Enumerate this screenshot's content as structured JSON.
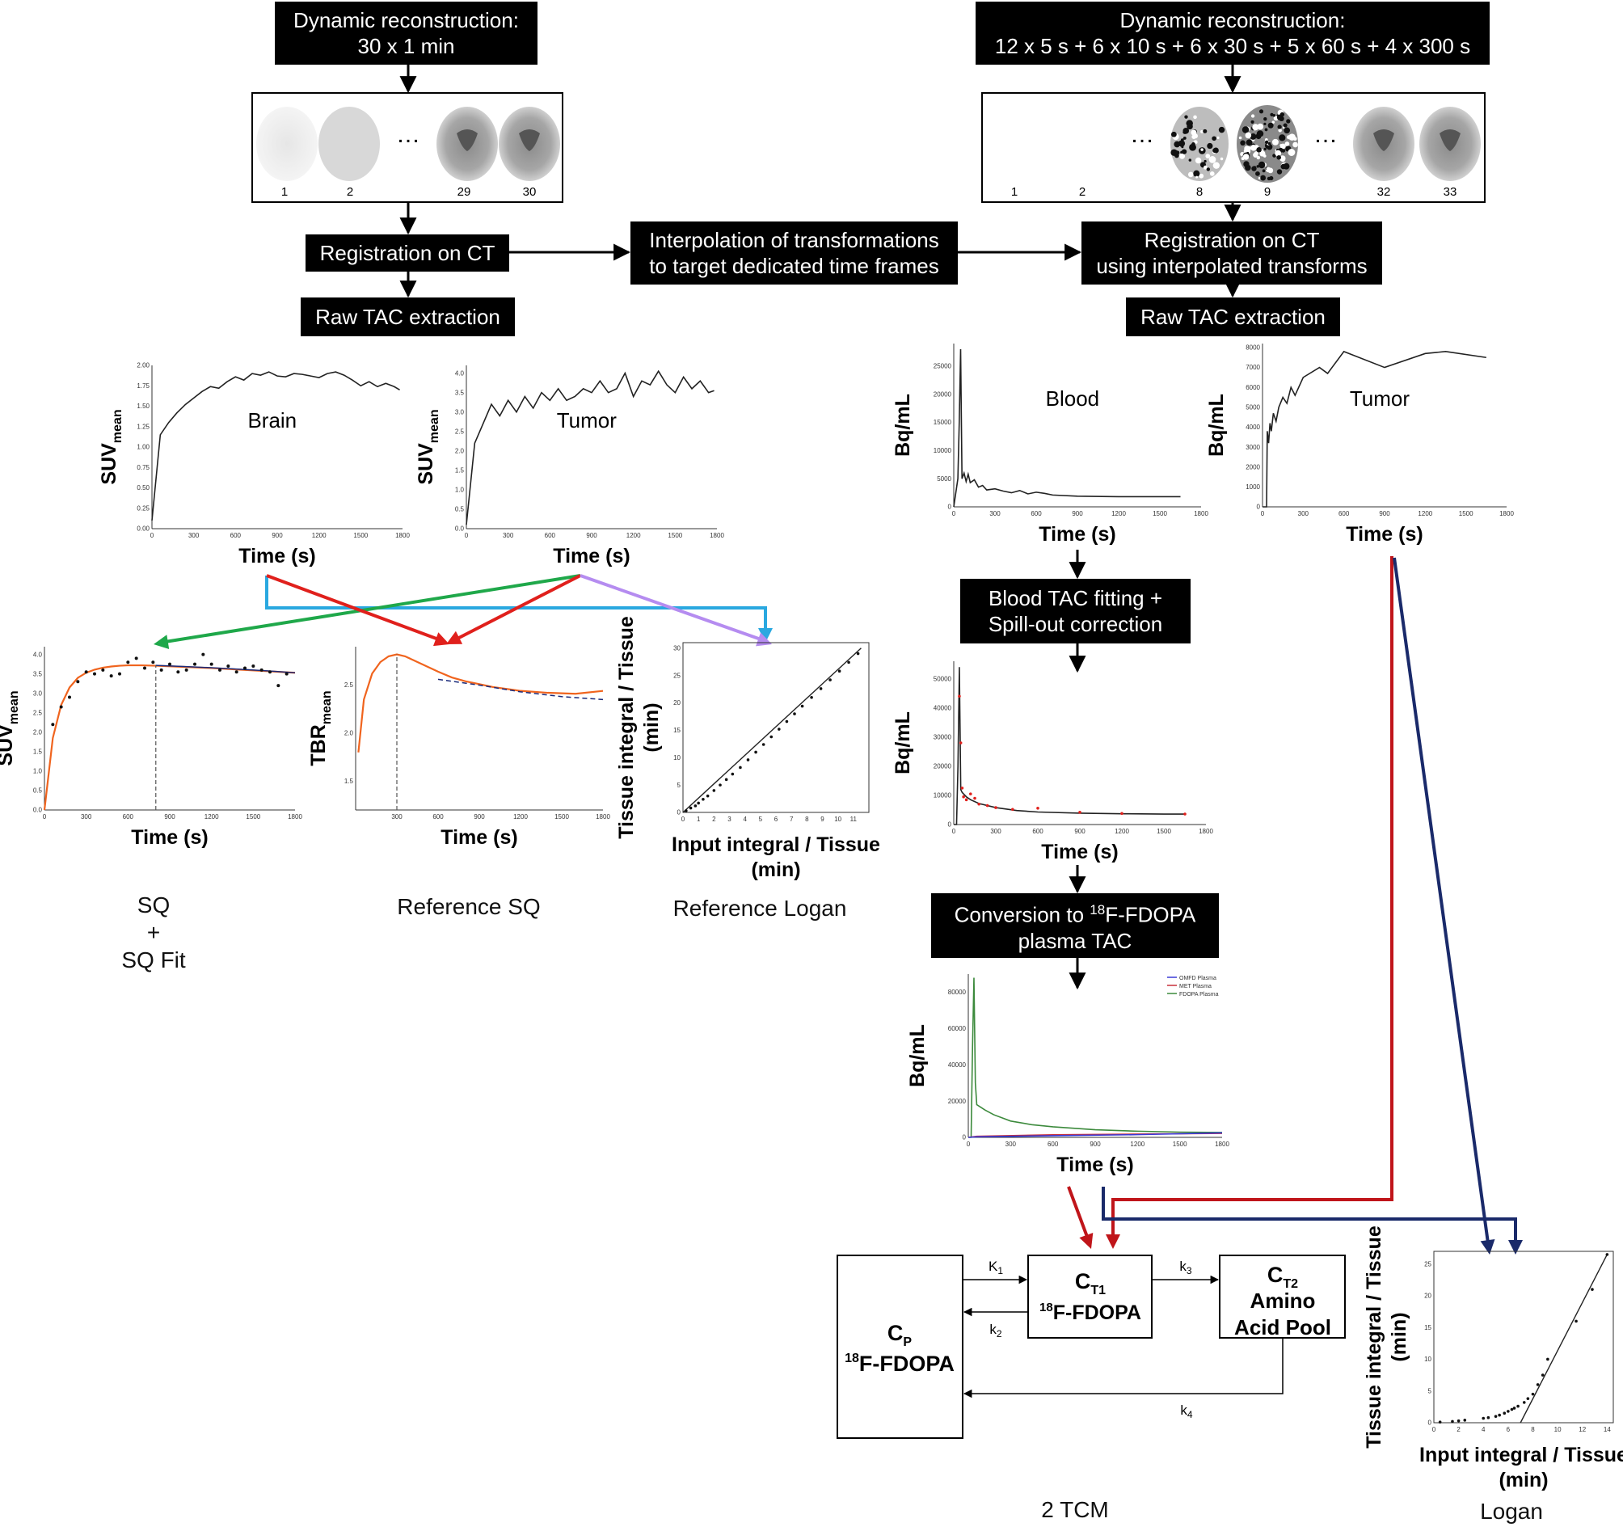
{
  "boxes": {
    "left_recon": [
      "Dynamic reconstruction:",
      "30 x 1 min"
    ],
    "right_recon": [
      "Dynamic reconstruction:",
      "12 x 5 s + 6 x 10 s + 6 x 30 s + 5 x 60 s + 4 x 300 s"
    ],
    "reg_ct": "Registration on CT",
    "interp": [
      "Interpolation of transformations",
      "to target dedicated time frames"
    ],
    "reg_ct_interp": [
      "Registration on CT",
      "using interpolated transforms"
    ],
    "raw_tac_left": "Raw TAC extraction",
    "raw_tac_right": "Raw TAC extraction",
    "blood_fit": [
      "Blood TAC fitting +",
      "Spill-out correction"
    ],
    "conversion": [
      "Conversion to ",
      "18",
      "F-FDOPA",
      "plasma TAC"
    ]
  },
  "frames": {
    "left": [
      "1",
      "2",
      "29",
      "30"
    ],
    "right": [
      "1",
      "2",
      "8",
      "9",
      "32",
      "33"
    ],
    "ellipsis": "…"
  },
  "plots": {
    "brain": {
      "title": "Brain",
      "ylabel_main": "SUV",
      "ylabel_sub": "mean",
      "xlabel": "Time (s)",
      "xticks": [
        "0",
        "300",
        "600",
        "900",
        "1200",
        "1500",
        "1800"
      ],
      "yticks": [
        "0.00",
        "0.25",
        "0.50",
        "0.75",
        "1.00",
        "1.25",
        "1.50",
        "1.75",
        "2.00"
      ]
    },
    "tumor_left": {
      "title": "Tumor",
      "ylabel_main": "SUV",
      "ylabel_sub": "mean",
      "xlabel": "Time (s)",
      "xticks": [
        "0",
        "300",
        "600",
        "900",
        "1200",
        "1500",
        "1800"
      ],
      "yticks": [
        "0.0",
        "0.5",
        "1.0",
        "1.5",
        "2.0",
        "2.5",
        "3.0",
        "3.5",
        "4.0"
      ]
    },
    "blood": {
      "title": "Blood",
      "ylabel": "Bq/mL",
      "xlabel": "Time (s)",
      "xticks": [
        "0",
        "300",
        "600",
        "900",
        "1200",
        "1500",
        "1800"
      ],
      "yticks": [
        "0",
        "5000",
        "10000",
        "15000",
        "20000",
        "25000"
      ]
    },
    "tumor_right": {
      "title": "Tumor",
      "ylabel": "Bq/mL",
      "xlabel": "Time (s)",
      "xticks": [
        "0",
        "300",
        "600",
        "900",
        "1200",
        "1500",
        "1800"
      ],
      "yticks": [
        "0",
        "1000",
        "2000",
        "3000",
        "4000",
        "5000",
        "6000",
        "7000",
        "8000"
      ]
    },
    "blood_fit": {
      "ylabel": "Bq/mL",
      "xlabel": "Time (s)",
      "xticks": [
        "0",
        "300",
        "600",
        "900",
        "1200",
        "1500",
        "1800"
      ],
      "yticks": [
        "0",
        "10000",
        "20000",
        "30000",
        "40000",
        "50000"
      ]
    },
    "plasma": {
      "ylabel": "Bq/mL",
      "xlabel": "Time (s)",
      "xticks": [
        "0",
        "300",
        "600",
        "900",
        "1200",
        "1500",
        "1800"
      ],
      "yticks": [
        "0",
        "20000",
        "40000",
        "60000",
        "80000"
      ],
      "legend": [
        "OMFD Plasma",
        "MET Plasma",
        "FDOPA Plasma"
      ],
      "legend_colors": [
        "#3a3ad6",
        "#c8303a",
        "#3c8a3c"
      ]
    },
    "sq": {
      "ylabel_main": "SUV",
      "ylabel_sub": "mean",
      "xlabel": "Time (s)",
      "xticks": [
        "0",
        "300",
        "600",
        "900",
        "1200",
        "1500",
        "1800"
      ],
      "yticks": [
        "0.0",
        "0.5",
        "1.0",
        "1.5",
        "2.0",
        "2.5",
        "3.0",
        "3.5",
        "4.0"
      ]
    },
    "ref_sq": {
      "ylabel_main": "TBR",
      "ylabel_sub": "mean",
      "xlabel": "Time (s)",
      "xticks": [
        "300",
        "600",
        "900",
        "1200",
        "1500",
        "1800"
      ],
      "yticks": [
        "1.5",
        "2.0",
        "2.5"
      ]
    },
    "ref_logan": {
      "ylabel": [
        "Tissue integral / Tissue",
        "(min)"
      ],
      "xlabel": [
        "Input integral / Tissue",
        "(min)"
      ],
      "xticks": [
        "0",
        "1",
        "2",
        "3",
        "4",
        "5",
        "6",
        "7",
        "8",
        "9",
        "10",
        "11"
      ],
      "yticks": [
        "0",
        "5",
        "10",
        "15",
        "20",
        "25",
        "30"
      ]
    },
    "logan": {
      "ylabel": [
        "Tissue integral / Tissue",
        "(min)"
      ],
      "xlabel": [
        "Input integral / Tissue",
        "(min)"
      ],
      "xticks": [
        "0",
        "2",
        "4",
        "6",
        "8",
        "10",
        "12",
        "14"
      ],
      "yticks": [
        "0",
        "5",
        "10",
        "15",
        "20",
        "25"
      ]
    }
  },
  "captions": {
    "sq": [
      "SQ",
      "+",
      "SQ Fit"
    ],
    "ref_sq": "Reference SQ",
    "ref_logan": "Reference Logan",
    "tcm": "2 TCM",
    "logan": "Logan"
  },
  "tcm": {
    "cp": {
      "main": "C",
      "sub": "P",
      "sup": "18",
      "tracer": "F-FDOPA"
    },
    "ct1": {
      "main": "C",
      "sub": "T1",
      "sup": "18",
      "tracer": "F-FDOPA"
    },
    "ct2": {
      "main": "C",
      "sub": "T2",
      "line2": "Amino",
      "line3": "Acid Pool"
    },
    "k1": {
      "main": "K",
      "sub": "1"
    },
    "k2": {
      "main": "k",
      "sub": "2"
    },
    "k3": {
      "main": "k",
      "sub": "3"
    },
    "k4": {
      "main": "k",
      "sub": "4"
    }
  },
  "colors": {
    "green_arrow": "#1fa84a",
    "red_arrow": "#e0201c",
    "purple_arrow": "#b58cf0",
    "cyan_arrow": "#2aa8e0",
    "darkred_arrow": "#c0151a",
    "navy_arrow": "#1a2a6a",
    "fit_orange": "#f0641e",
    "fit_blue": "#1a2a7a"
  },
  "chart_data": [
    {
      "type": "line",
      "name": "Brain",
      "x": [
        0,
        60,
        120,
        180,
        240,
        300,
        360,
        420,
        480,
        540,
        600,
        660,
        720,
        780,
        840,
        900,
        960,
        1020,
        1080,
        1140,
        1200,
        1260,
        1320,
        1380,
        1440,
        1500,
        1560,
        1620,
        1680,
        1740,
        1780
      ],
      "y": [
        0.1,
        1.15,
        1.3,
        1.42,
        1.52,
        1.6,
        1.68,
        1.74,
        1.72,
        1.8,
        1.86,
        1.82,
        1.9,
        1.88,
        1.92,
        1.87,
        1.86,
        1.9,
        1.89,
        1.87,
        1.85,
        1.9,
        1.92,
        1.88,
        1.82,
        1.75,
        1.8,
        1.74,
        1.78,
        1.74,
        1.7
      ],
      "xlim": [
        0,
        1800
      ],
      "ylim": [
        0,
        2.0
      ]
    },
    {
      "type": "line",
      "name": "Tumor",
      "x": [
        0,
        60,
        120,
        180,
        240,
        300,
        360,
        420,
        480,
        540,
        600,
        660,
        720,
        780,
        840,
        900,
        960,
        1020,
        1080,
        1140,
        1200,
        1260,
        1320,
        1380,
        1440,
        1500,
        1560,
        1620,
        1680,
        1740,
        1780
      ],
      "y": [
        0.1,
        2.2,
        2.7,
        3.2,
        2.9,
        3.3,
        3.0,
        3.4,
        3.1,
        3.5,
        3.3,
        3.6,
        3.3,
        3.4,
        3.6,
        3.5,
        3.8,
        3.5,
        3.6,
        4.0,
        3.4,
        3.8,
        3.7,
        4.05,
        3.7,
        3.5,
        3.9,
        3.6,
        3.8,
        3.5,
        3.55
      ],
      "xlim": [
        0,
        1800
      ],
      "ylim": [
        0,
        4.2
      ]
    },
    {
      "type": "line",
      "name": "Blood",
      "x": [
        0,
        30,
        40,
        50,
        60,
        75,
        90,
        105,
        120,
        150,
        180,
        210,
        240,
        300,
        360,
        420,
        480,
        540,
        600,
        660,
        720,
        900,
        1200,
        1650
      ],
      "y": [
        0,
        5000,
        15000,
        28000,
        5000,
        6000,
        4500,
        5800,
        4300,
        4800,
        3500,
        3800,
        3000,
        3200,
        2800,
        2500,
        2900,
        2300,
        2600,
        2400,
        2100,
        1900,
        1800,
        1800
      ],
      "xlim": [
        0,
        1800
      ],
      "ylim": [
        0,
        29000
      ]
    },
    {
      "type": "line",
      "name": "Tumor",
      "x": [
        0,
        30,
        35,
        45,
        55,
        65,
        80,
        100,
        120,
        150,
        180,
        210,
        240,
        300,
        420,
        480,
        600,
        900,
        1200,
        1350,
        1650
      ],
      "y": [
        0,
        0,
        3800,
        3200,
        4200,
        3800,
        4700,
        4300,
        5000,
        5500,
        5200,
        6000,
        5600,
        6500,
        7000,
        6700,
        7800,
        7000,
        7700,
        7800,
        7500
      ],
      "xlim": [
        0,
        1800
      ],
      "ylim": [
        0,
        8200
      ]
    },
    {
      "type": "line",
      "name": "Blood TAC fit",
      "x": [
        0,
        20,
        30,
        40,
        50,
        60,
        90,
        120,
        180,
        300,
        450,
        600,
        900,
        1200,
        1500,
        1650
      ],
      "y": [
        0,
        0,
        20000,
        54000,
        12000,
        11000,
        9500,
        8500,
        7200,
        5800,
        4800,
        4300,
        3900,
        3700,
        3600,
        3600
      ],
      "xlim": [
        0,
        1800
      ],
      "ylim": [
        0,
        56000
      ]
    },
    {
      "type": "line",
      "name": "FDOPA Plasma",
      "x": [
        0,
        20,
        30,
        40,
        50,
        60,
        90,
        120,
        180,
        300,
        450,
        600,
        900,
        1200,
        1500,
        1800
      ],
      "y": [
        0,
        0,
        50000,
        88000,
        30000,
        18000,
        16500,
        15000,
        12500,
        9000,
        7000,
        5800,
        4200,
        3400,
        2900,
        2700
      ],
      "xlim": [
        0,
        1800
      ],
      "ylim": [
        0,
        90000
      ]
    },
    {
      "type": "scatter",
      "name": "Reference Logan",
      "x": [
        0.2,
        0.5,
        0.8,
        1.0,
        1.3,
        1.6,
        2.0,
        2.4,
        2.8,
        3.2,
        3.7,
        4.2,
        4.7,
        5.2,
        5.7,
        6.2,
        6.7,
        7.2,
        7.7,
        8.3,
        8.9,
        9.5,
        10.1,
        10.7,
        11.3
      ],
      "y": [
        0.3,
        0.8,
        1.2,
        1.7,
        2.4,
        3.0,
        4.0,
        5.0,
        6.0,
        7.0,
        8.2,
        9.6,
        11.0,
        12.4,
        13.8,
        15.2,
        16.6,
        18.0,
        19.4,
        21.0,
        22.6,
        24.2,
        25.8,
        27.4,
        29.0
      ],
      "xlim": [
        0,
        12
      ],
      "ylim": [
        0,
        31
      ]
    },
    {
      "type": "scatter",
      "name": "Logan",
      "x": [
        0.5,
        1.5,
        2.0,
        2.5,
        4.0,
        4.4,
        5.0,
        5.3,
        5.7,
        6.0,
        6.3,
        6.5,
        6.8,
        7.3,
        7.6,
        8.0,
        8.4,
        8.8,
        9.2,
        11.5,
        12.8,
        14.0
      ],
      "y": [
        0.1,
        0.2,
        0.3,
        0.4,
        0.7,
        0.8,
        1.0,
        1.2,
        1.5,
        1.8,
        2.1,
        2.3,
        2.6,
        3.2,
        3.8,
        4.5,
        6.0,
        7.5,
        10.0,
        16.0,
        21.0,
        26.5
      ],
      "xlim": [
        0,
        14.5
      ],
      "ylim": [
        0,
        27
      ]
    }
  ]
}
